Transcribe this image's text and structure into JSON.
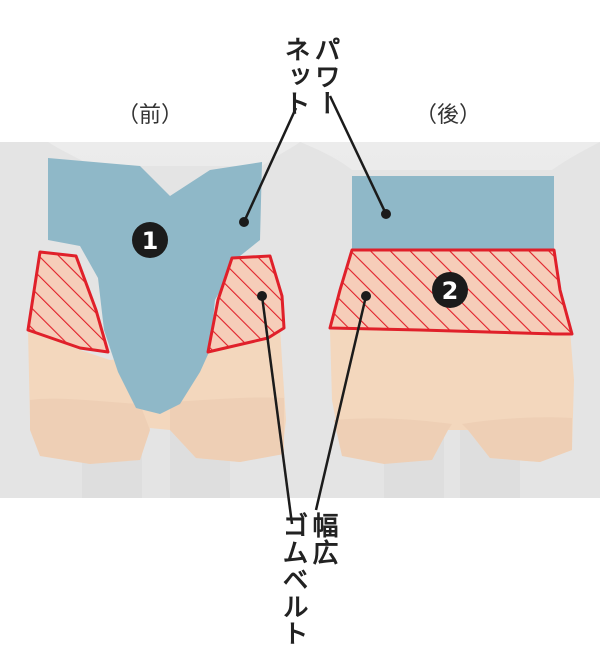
{
  "views": {
    "front_label": "（前）",
    "back_label": "（後）"
  },
  "callouts": {
    "power_net_line1": "パワー",
    "power_net_line2": "ネット",
    "wide_band_line1": "幅広",
    "wide_band_line2": "ゴムベルト"
  },
  "badges": {
    "front": "1",
    "back": "2"
  },
  "colors": {
    "power_net": "#8fb8c8",
    "belt_outline": "#e0202a",
    "belt_fill": "#f4c6b0",
    "fabric": "#f3d8bd",
    "lace": "#f1d3bb",
    "mannequin": "#e6e6e6",
    "badge": "#1b1b1b"
  }
}
